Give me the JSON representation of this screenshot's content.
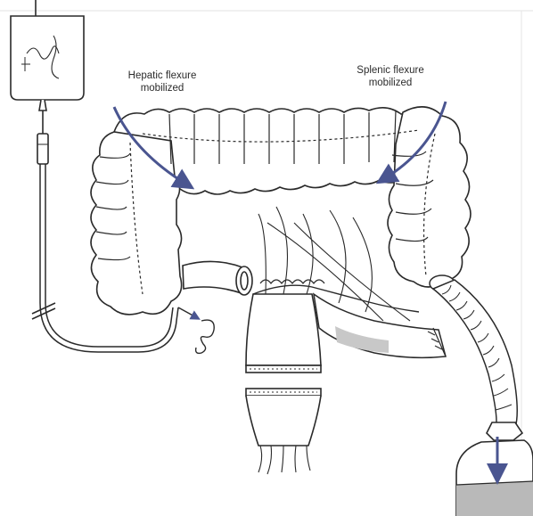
{
  "labels": {
    "hepatic": {
      "line1": "Hepatic flexure",
      "line2": "mobilized"
    },
    "splenic": {
      "line1": "Splenic flexure",
      "line2": "mobilized"
    }
  },
  "colors": {
    "outline": "#2a2a2a",
    "arrow": "#4a5590",
    "fluid": "#b9b9b9",
    "shade": "#c8c8c8",
    "background": "#ffffff"
  },
  "icons": [
    "irrigation-bag-icon",
    "collection-bag-icon",
    "flow-arrow-icon"
  ]
}
